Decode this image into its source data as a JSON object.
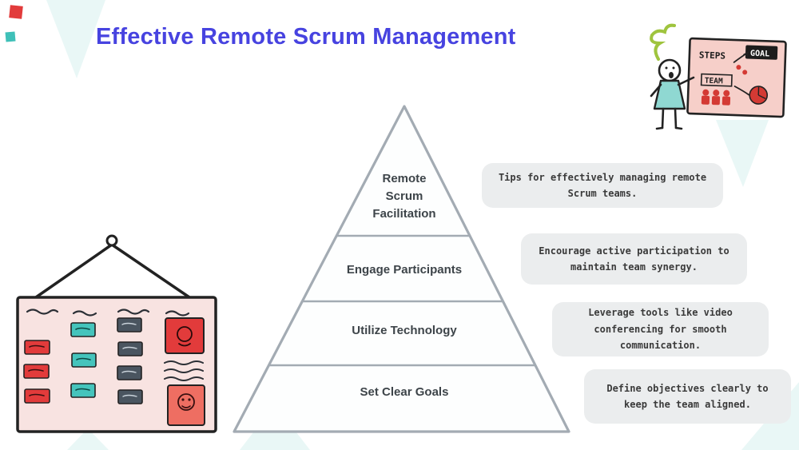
{
  "title": "Effective Remote Scrum Management",
  "pyramid": {
    "levels": [
      {
        "label": "Remote Scrum Facilitation",
        "tip": "Tips for effectively managing remote Scrum teams."
      },
      {
        "label": "Engage Participants",
        "tip": "Encourage active participation to maintain team synergy."
      },
      {
        "label": "Utilize Technology",
        "tip": "Leverage tools like video conferencing for smooth communication."
      },
      {
        "label": "Set Clear Goals",
        "tip": "Define objectives clearly to keep the team aligned."
      }
    ]
  },
  "presenter_board": {
    "steps_label": "STEPS",
    "goal_label": "GOAL",
    "team_label": "TEAM"
  },
  "colors": {
    "title": "#4743e0",
    "accent_red": "#e23b3b",
    "accent_teal": "#45c4bc",
    "note_dark": "#4a5560",
    "board_pink": "#f8e3e1",
    "tip_box": "#ebedee",
    "pyramid_stroke": "#a3abb3"
  }
}
